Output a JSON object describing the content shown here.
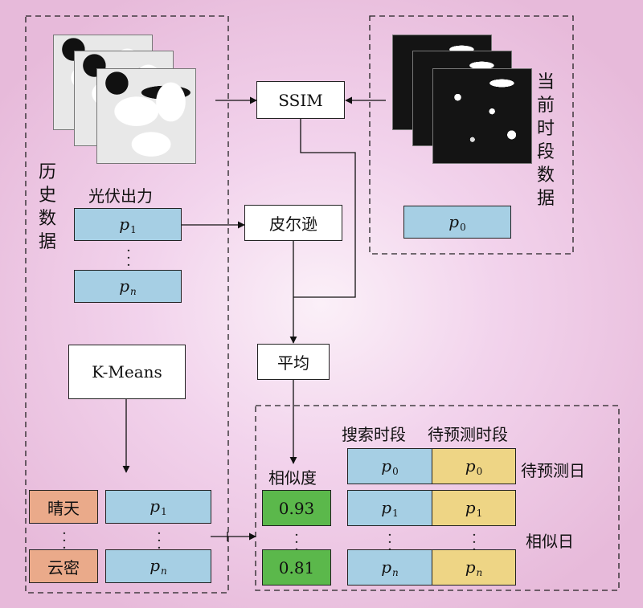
{
  "historical_label": "历史数据",
  "current_label": "当前时段数据",
  "pv_output_label": "光伏出力",
  "ssim_label": "SSIM",
  "pearson_label": "皮尔逊",
  "average_label": "平均",
  "kmeans_label": "K-Means",
  "p_symbol": "p",
  "subscripts": {
    "one": "1",
    "n": "n",
    "zero": "0"
  },
  "weather": {
    "sunny": "晴天",
    "cloudy": "云密"
  },
  "similarity_label": "相似度",
  "similarity_values": {
    "top": "0.93",
    "bottom": "0.81"
  },
  "search_period_label": "搜索时段",
  "forecast_period_label": "待预测时段",
  "forecast_day_label": "待预测日",
  "similar_day_label": "相似日",
  "colors": {
    "blue_fill": "#a6cfe4",
    "yellow_fill": "#eed585",
    "green_fill": "#5bb84b",
    "orange_fill": "#eaaa8a",
    "background": "#f2d3ec"
  }
}
